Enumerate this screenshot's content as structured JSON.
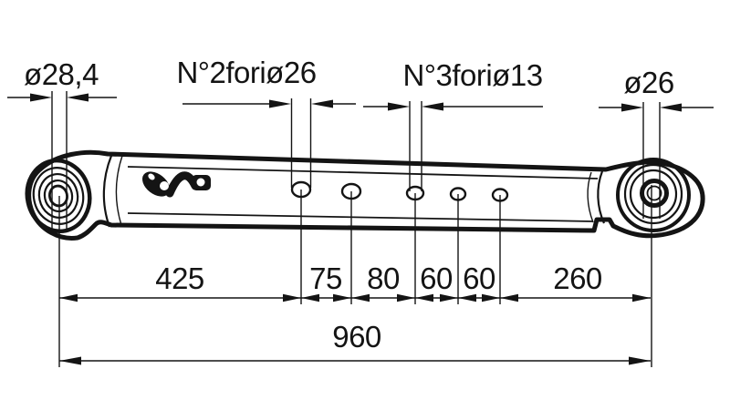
{
  "callouts": {
    "left_eye_diameter": "ø28,4",
    "large_holes_label": "N°2foriø26",
    "small_holes_label": "N°3foriø13",
    "right_eye_diameter": "ø26"
  },
  "dimensions": {
    "segments": [
      "425",
      "75",
      "80",
      "60",
      "60",
      "260"
    ],
    "overall": "960"
  },
  "part": {
    "hole_count_large": "2",
    "hole_count_small": "3"
  },
  "colors": {
    "ink": "#141414",
    "paper": "#ffffff"
  }
}
